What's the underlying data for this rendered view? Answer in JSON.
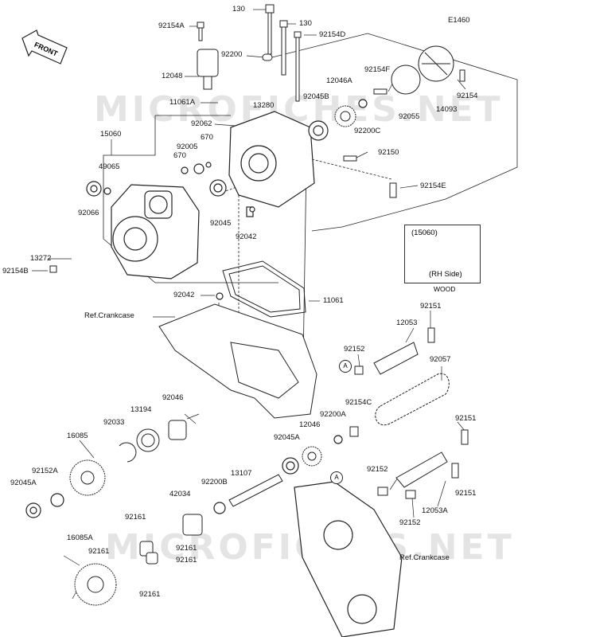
{
  "diagram_code": "E1460",
  "front_label": "FRONT",
  "watermark": "MICROFICHES.NET",
  "wood_box": {
    "code": "(15060)",
    "side": "(RH Side)",
    "note": "WOOD"
  },
  "callout_letter": "A",
  "refs": {
    "crankcase_1": "Ref.Crankcase",
    "crankcase_2": "Ref.Crankcase"
  },
  "parts": {
    "p130a": "130",
    "p130b": "130",
    "p92154A": "92154A",
    "p92154D": "92154D",
    "p12048": "12048",
    "p92200": "92200",
    "p11061A": "11061A",
    "p13280": "13280",
    "p92062": "92062",
    "p15060": "15060",
    "p92005": "92005",
    "p670a": "670",
    "p670b": "670",
    "p49065": "49065",
    "p92066": "92066",
    "p92045": "92045",
    "p92042a": "92042",
    "p13272": "13272",
    "p92154B": "92154B",
    "p12046A": "12046A",
    "p92045B": "92045B",
    "p92154F": "92154F",
    "p92055": "92055",
    "p14093": "14093",
    "p92154": "92154",
    "p92200C": "92200C",
    "p92150": "92150",
    "p92154E": "92154E",
    "p92042b": "92042",
    "p11061": "11061",
    "p92151a": "92151",
    "p12053": "12053",
    "p92152a": "92152",
    "p92057": "92057",
    "p92154C": "92154C",
    "p92200A": "92200A",
    "p12046": "12046",
    "p92045A": "92045A",
    "p13194": "13194",
    "p92046": "92046",
    "p92033": "92033",
    "p16085": "16085",
    "p92152A": "92152A",
    "p92045Ab": "92045A",
    "p13107": "13107",
    "p92200B": "92200B",
    "p42034": "42034",
    "p92161a": "92161",
    "p92161b": "92161",
    "p92161c": "92161",
    "p92161d": "92161",
    "p92161e": "92161",
    "p16085A": "16085A",
    "p92151b": "92151",
    "p92152b": "92152",
    "p92151c": "92151",
    "p92152c": "92152",
    "p12053A": "12053A"
  }
}
